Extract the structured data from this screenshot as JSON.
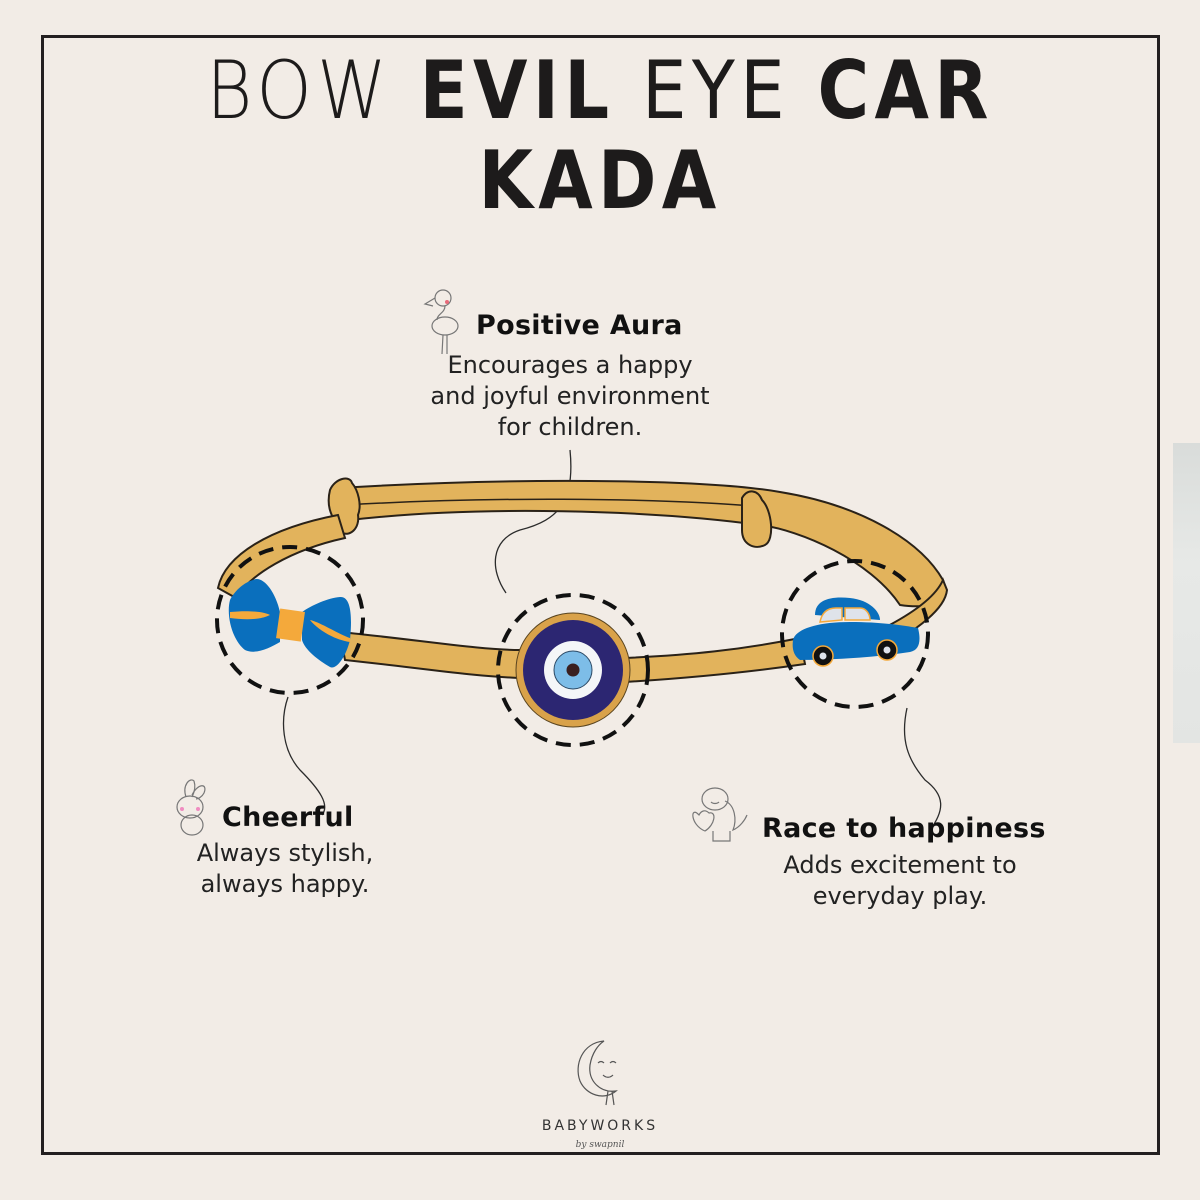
{
  "title": {
    "word1": "BOW",
    "word2": "EVIL",
    "word3": "EYE",
    "word4": "CAR",
    "word5": "KADA"
  },
  "features": {
    "positive_aura": {
      "heading": "Positive Aura",
      "line1": "Encourages a happy",
      "line2": "and joyful environment",
      "line3": "for children.",
      "icon": "flamingo-icon"
    },
    "cheerful": {
      "heading": "Cheerful",
      "line1": "Always stylish,",
      "line2": "always happy.",
      "icon": "bunny-icon"
    },
    "race": {
      "heading": "Race to happiness",
      "line1": "Adds excitement to",
      "line2": "everyday play.",
      "icon": "dinosaur-heart-icon"
    }
  },
  "product": {
    "charms": [
      "bow",
      "evil-eye",
      "car"
    ],
    "colors": {
      "band": "#e2b35c",
      "band_outline": "#2a2218",
      "bow": "#0a6fbd",
      "bow_knot": "#f4a93b",
      "eye_outer": "#d9a24a",
      "eye_navy": "#2c2672",
      "eye_white": "#f4f6f8",
      "eye_iris": "#7dbde8",
      "eye_pupil": "#3a1f1f",
      "car": "#0a6fbd",
      "car_window": "#dfe3ea",
      "background": "#f2ece6",
      "frame": "#231f20"
    }
  },
  "logo": {
    "brand": "BABYWORKS",
    "tagline": "by swapnil",
    "icon": "moon-icon"
  }
}
